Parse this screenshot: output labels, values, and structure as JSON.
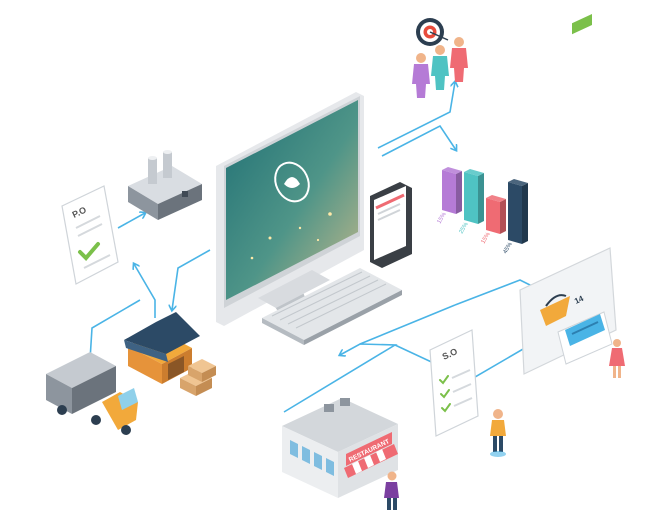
{
  "documents": {
    "purchase_order": "P.O",
    "sales_order": "S.O"
  },
  "restaurant": {
    "sign": "RESTAURANT"
  },
  "bar_chart": {
    "labels": [
      "15%",
      "25%",
      "15%",
      "45%"
    ],
    "colors": [
      "#b57bd6",
      "#4fc3c3",
      "#ef6b73",
      "#2c4a66"
    ],
    "values": [
      15,
      25,
      15,
      45
    ]
  },
  "payment": {
    "amount": "14"
  },
  "colors": {
    "arrow": "#4ab4e6",
    "teal": "#2d8a8a",
    "orange": "#f2a93b",
    "green": "#7bc04a"
  }
}
